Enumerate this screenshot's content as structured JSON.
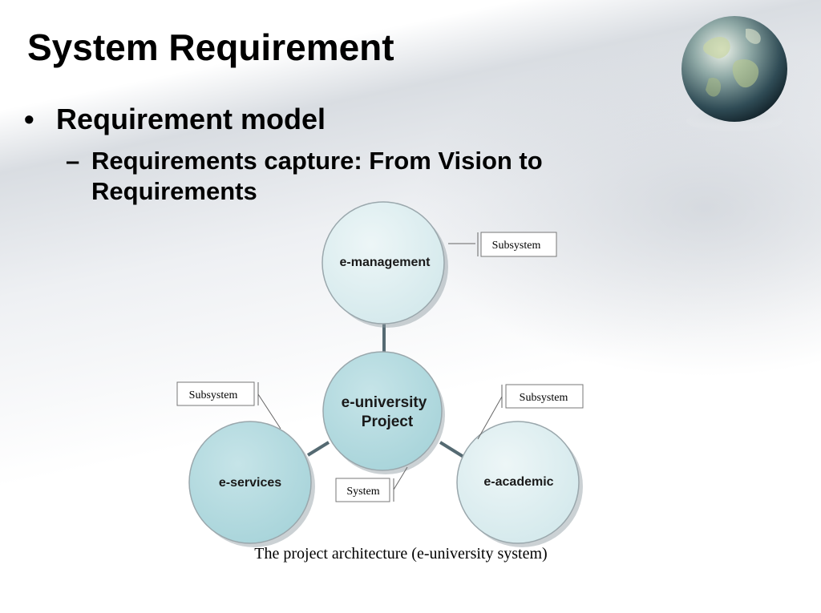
{
  "slide": {
    "title": "System Requirement",
    "bullet": "Requirement model",
    "bullet_marker": "•",
    "sub_marker": "–",
    "sub_bullet": "Requirements capture: From Vision to Requirements"
  },
  "diagram": {
    "nodes": {
      "center": {
        "line1": "e-university",
        "line2": "Project"
      },
      "top": {
        "label": "e-management"
      },
      "left": {
        "label": "e-services"
      },
      "right": {
        "label": "e-academic"
      }
    },
    "callouts": {
      "top": "Subsystem",
      "left": "Subsystem",
      "right": "Subsystem",
      "center": "System"
    },
    "caption": "The project architecture (e-university system)",
    "colors": {
      "light_node": "#dcedf0",
      "dark_node": "#b3dbe0",
      "connector": "#556a72"
    }
  }
}
